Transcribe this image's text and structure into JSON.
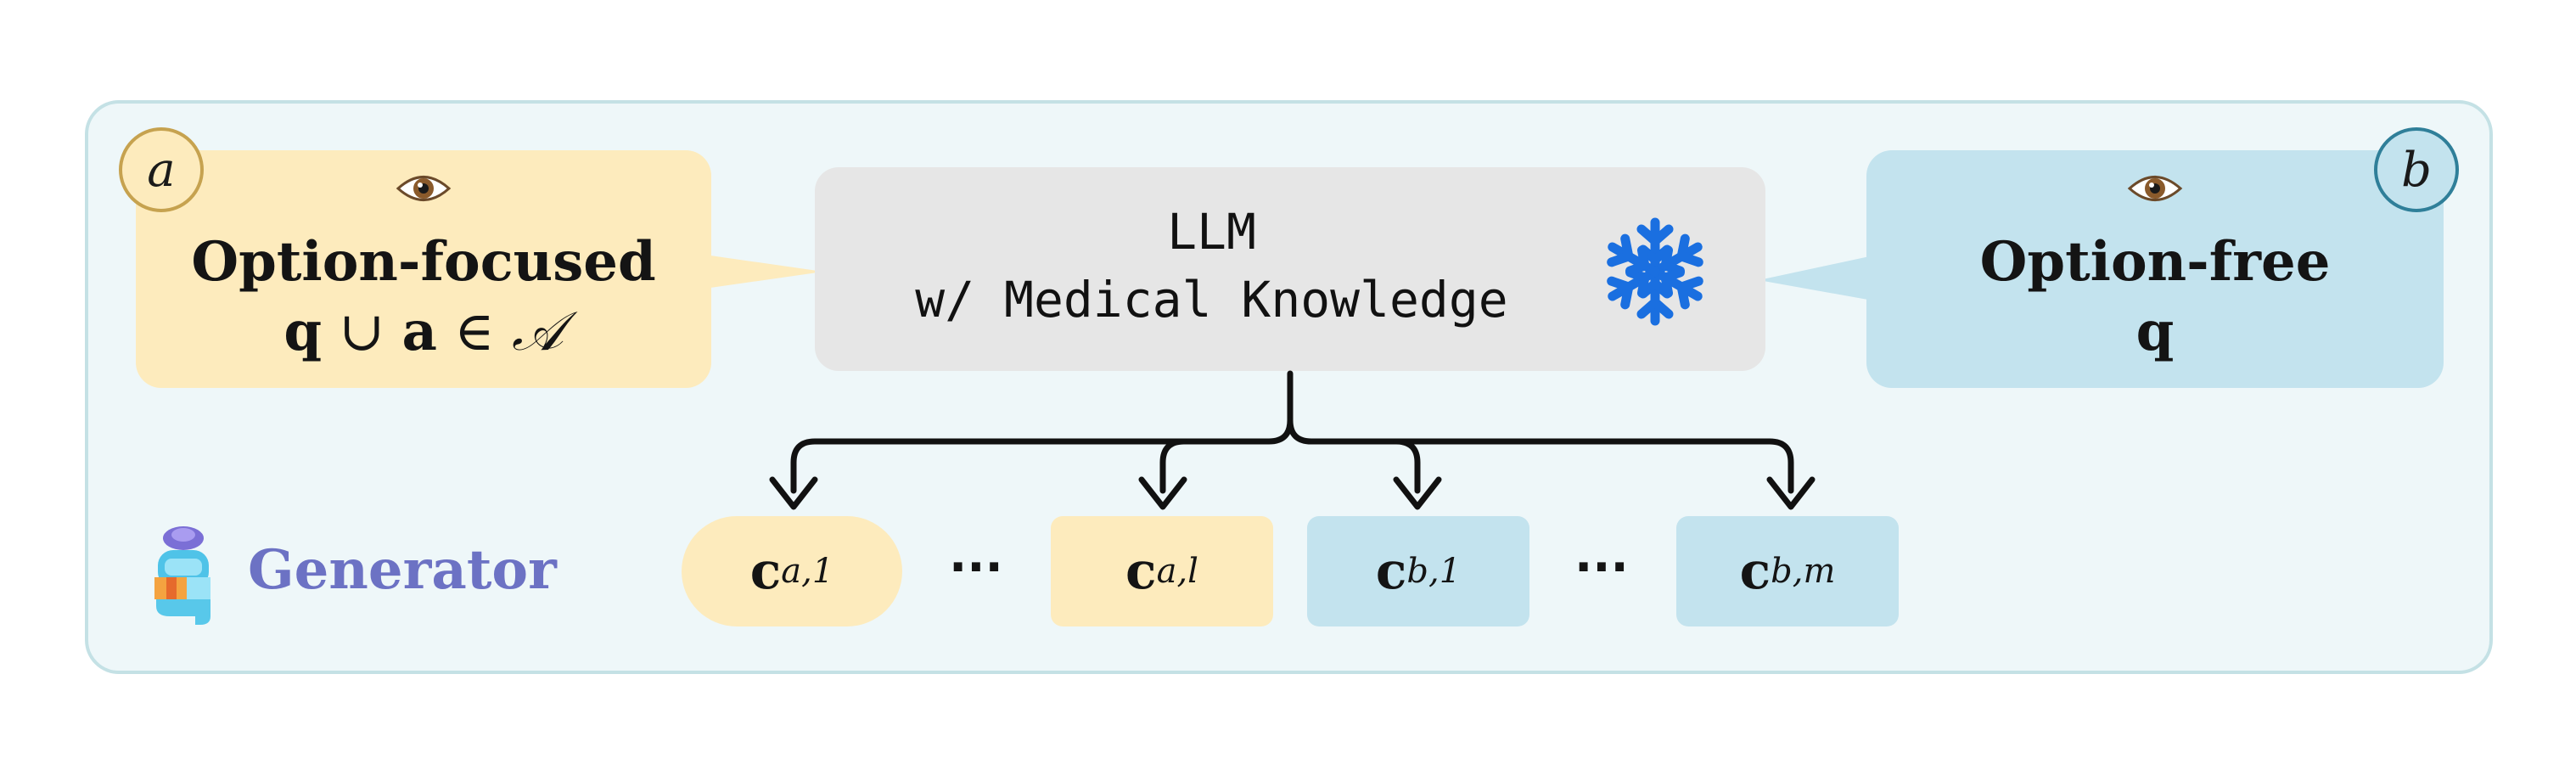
{
  "option_focused": {
    "badge": "a",
    "title": "Option-focused",
    "formula_q": "q",
    "formula_union": " ∪ ",
    "formula_a": "a",
    "formula_in": " ∈ ",
    "formula_set": "𝒜",
    "icon": "eye-icon"
  },
  "option_free": {
    "badge": "b",
    "title": "Option-free",
    "formula": "q",
    "icon": "eye-icon"
  },
  "llm": {
    "line1": "LLM",
    "line2": "w/ Medical Knowledge",
    "icon": "snowflake-icon",
    "icon_color": "#1a6fe0"
  },
  "generator": {
    "label": "Generator",
    "icon": "generator-robot-icon",
    "color": "#6c72c4"
  },
  "candidates": [
    {
      "base": "c",
      "sub": "a,1"
    },
    {
      "base": "c",
      "sub": "a,l"
    },
    {
      "base": "c",
      "sub": "b,1"
    },
    {
      "base": "c",
      "sub": "b,m"
    }
  ],
  "ellipsis": "···",
  "colors": {
    "option_focused_fill": "#fdebbd",
    "option_free_fill": "#c3e3ee",
    "panel_fill": "#eef7f9",
    "llm_fill": "#e6e6e6"
  }
}
